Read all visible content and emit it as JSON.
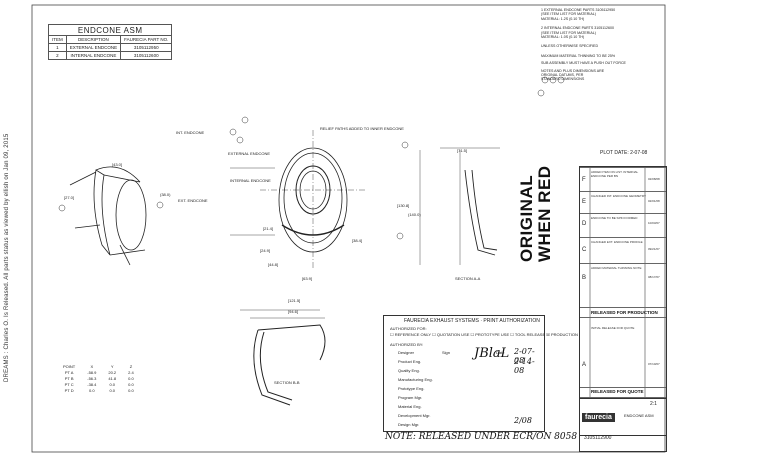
{
  "side_note": "DREAMS : Charles O. Is Released. All parts status as viewed by ellish on Jan 09, 2015",
  "bom": {
    "title": "ENDCONE ASM",
    "headers": [
      "ITEM",
      "DESCRIPTION",
      "FAURECIA PART NO."
    ],
    "rows": [
      {
        "item": "1",
        "description": "EXTERNAL ENDCONE",
        "part_no": "3105112950"
      },
      {
        "item": "2",
        "description": "INTERNAL ENDCONE",
        "part_no": "3105112600"
      }
    ]
  },
  "notes": [
    "1  EXTERNAL ENDCONE   PARTS 3105112950",
    "   (SEE ITEM LIST FOR MATERIAL)",
    "   MATERIAL: 1.2S  (0.10 TH)",
    "2  INTERNAL ENDCONE   PARTS 3105112600",
    "   (SEE ITEM LIST FOR MATERIAL)",
    "   MATERIAL: 1.0S  (0.10 TH)",
    "UNLESS OTHERWISE SPECIFIED",
    "MAXIMUM MATERIAL THINNING TO BE 25%",
    "SUB ASSEMBLY MUST HAVE A PUSH OUT FORCE",
    "NOTES AND PLUS DIMENSIONS ARE",
    "ORIGINAL DATUMS, PER",
    "STANDARD DIMENSIONS"
  ],
  "plot_date": "PLOT DATE: 2-07-08",
  "stamp": [
    "ORIGINAL",
    "WHEN RED"
  ],
  "labels": {
    "int_endcone": "INT. ENDCONE",
    "ext_endcone": "EXTERNAL ENDCONE",
    "int_endcone2": "INTERNAL ENDCONE",
    "ext_endcone2": "EXT. ENDCONE",
    "relief": "RELIEF PATHS ADDED TO INNER ENDCONE",
    "section_aa": "SECTION A-A",
    "section_bb": "SECTION B-B",
    "dims": [
      "[43.0]",
      "[27.0]",
      "(38.0)",
      "[63.9]",
      "[121.5]",
      "[94.6]",
      "[130.8]",
      "(140.0)",
      "[71.5]",
      "[21.4]",
      "[24.9]",
      "[38.4]",
      "[44.8]"
    ]
  },
  "points_table": {
    "headers": [
      "POINT",
      "X",
      "Y",
      "Z"
    ],
    "rows": [
      [
        "PT A",
        "-58.9",
        "20.2",
        "2.4"
      ],
      [
        "PT B",
        "-56.3",
        "41.8",
        "0.0"
      ],
      [
        "PT C",
        "-38.4",
        "0.0",
        "0.0"
      ],
      [
        "PT D",
        "0.0",
        "0.0",
        "0.0"
      ]
    ]
  },
  "auth": {
    "title": "FAURECIA EXHAUST SYSTEMS · PRINT AUTHORIZATION",
    "authorized_for": "AUTHORIZED FOR:",
    "options": [
      "REFERENCE ONLY",
      "QUOTATION USE",
      "PROTOTYPE USE",
      "TOOL RELEASE",
      "PRODUCTION"
    ],
    "authorized_by": "AUTHORIZED BY:",
    "roles": [
      "Designer",
      "Product Eng.",
      "Quality Eng.",
      "Manufacturing Eng.",
      "Prototype Eng.",
      "Program Mgr.",
      "Material Eng.",
      "Development Mgr.",
      "Design Mgr."
    ],
    "sign_label": "Sign",
    "date_label": "Date",
    "dates": [
      "2-07-08",
      "2-14-08",
      "2/08"
    ]
  },
  "handwriting": "NOTE: RELEASED UNDER ECR/ON 8058",
  "revisions": [
    {
      "ltr": "F",
      "text": "ADDED ITEM ON LIST. INTERNAL ENDCONE PER BN",
      "date": "02/08/08"
    },
    {
      "ltr": "E",
      "text": "CHANGED INT. ENDCONE GEOMETRY",
      "date": "02/01/08"
    },
    {
      "ltr": "D",
      "text": "ENDCONE TO BE SPIN FORMED",
      "date": "10/03/07"
    },
    {
      "ltr": "C",
      "text": "CHANGED EXT. ENDCONE PROFILE",
      "date": "09/21/07"
    },
    {
      "ltr": "B",
      "text": "ADDED MATERIAL THINNING NOTE",
      "date": "08/17/07"
    },
    {
      "ltr": "A",
      "text": "INITIAL RELEASE FOR QUOTE",
      "date": "07/10/07"
    }
  ],
  "released": [
    "RELEASED FOR PRODUCTION",
    "RELEASED FOR QUOTE"
  ],
  "title_block": {
    "company": "faurecia",
    "desc": "ENDCONE ASM",
    "number": "3105112900",
    "scale": "2:1"
  }
}
